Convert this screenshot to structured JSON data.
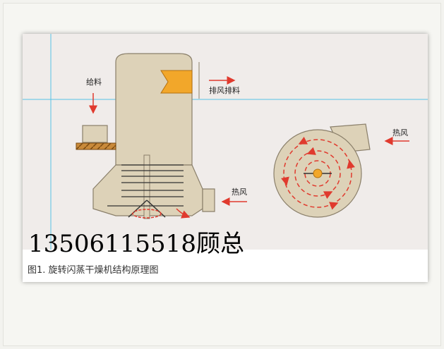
{
  "labels": {
    "feed": "给料",
    "exhaust": "排风排料",
    "hot_air_side": "热风",
    "hot_air_blower": "热风"
  },
  "phone": "13506115518顾总",
  "caption": "图1.  旋转闪蒸干燥机结构原理图",
  "colors": {
    "vessel": "#ddd2b8",
    "outline": "#8a7f6a",
    "outlet": "#f2a72a",
    "arrow": "#e03a2e",
    "belt": "#c98a3a",
    "guide": "#56c2e6",
    "panel": "#f0ecea"
  }
}
